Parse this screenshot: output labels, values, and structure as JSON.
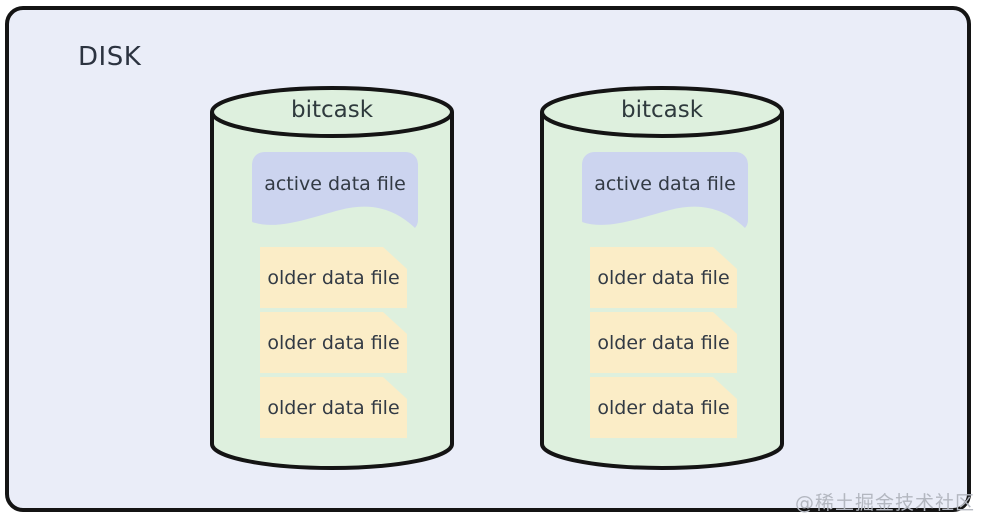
{
  "panel": {
    "label": "DISK"
  },
  "cylinders": [
    {
      "title": "bitcask",
      "active_file": "active data file",
      "older_files": [
        "older data file",
        "older data file",
        "older data file"
      ]
    },
    {
      "title": "bitcask",
      "active_file": "active data file",
      "older_files": [
        "older data file",
        "older data file",
        "older data file"
      ]
    }
  ],
  "watermark": "@稀土掘金技术社区",
  "colors": {
    "page_bg": "#ffffff",
    "panel_bg": "#eaedf8",
    "outline": "#141414",
    "cylinder_fill": "#def0de",
    "active_file_fill": "#ccd4ef",
    "older_file_fill": "#fbedc7",
    "label_text": "#323a44",
    "disk_text": "#2c3340",
    "watermark_text": "#b3b7c0"
  }
}
